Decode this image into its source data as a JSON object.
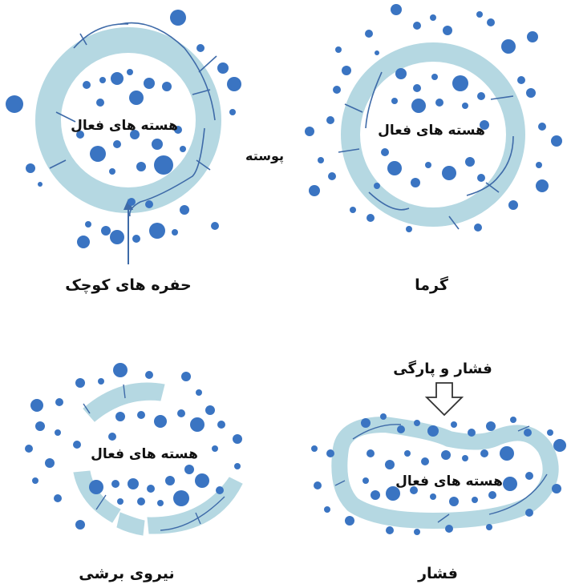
{
  "panels": {
    "intact": {
      "core_label": "هسته های فعال",
      "shell_label": "پوسته",
      "pores_label": "حفره های کوچک"
    },
    "heat": {
      "core_label": "هسته های فعال",
      "caption": "گرما"
    },
    "shear": {
      "core_label": "هسته های فعال",
      "caption": "نیروی برشی"
    },
    "pressure": {
      "core_label": "هسته های فعال",
      "arrow_label": "فشار و پارگی",
      "caption": "فشار"
    }
  },
  "colors": {
    "shell": "#b5d8e2",
    "shell_line": "#3e6aa8",
    "dot": "#3a74c2",
    "dot_light": "#5a8fd3"
  }
}
